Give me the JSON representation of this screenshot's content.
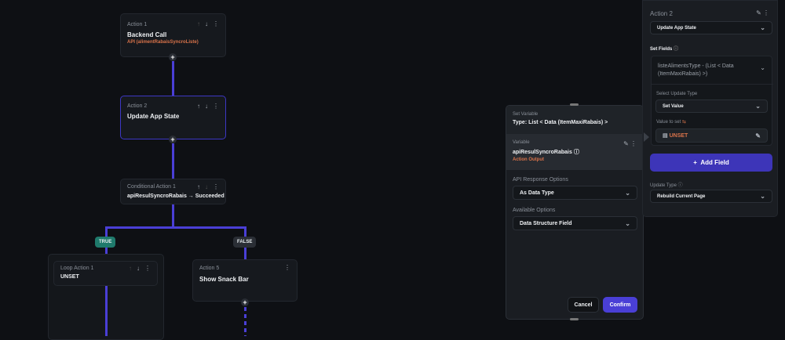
{
  "flow": {
    "action1": {
      "label": "Action 1",
      "title": "Backend Call",
      "subtitle": "API (alimentRabaisSyncroListe)"
    },
    "action2": {
      "label": "Action 2",
      "title": "Update App State"
    },
    "conditional": {
      "label": "Conditional Action 1",
      "title": "apiResulSyncroRabais → Succeeded"
    },
    "true_label": "TRUE",
    "false_label": "FALSE",
    "loop": {
      "label": "Loop Action 1",
      "title": "UNSET"
    },
    "action5": {
      "label": "Action 5",
      "title": "Show Snack Bar"
    },
    "plus": "+"
  },
  "set_variable": {
    "header_label": "Set Variable",
    "type": "Type: List < Data (ItemMaxiRabais) >",
    "variable_label": "Variable",
    "variable_name": "apiResulSyncroRabais",
    "variable_source": "Action Output",
    "api_label": "API Response Options",
    "api_value": "As Data Type",
    "avail_label": "Available Options",
    "avail_value": "Data Structure Field",
    "cancel": "Cancel",
    "confirm": "Confirm"
  },
  "props": {
    "action_label": "Action 2",
    "action_value": "Update App State",
    "set_fields": "Set Fields",
    "field_name": "listeAlimentsType - (List < Data (ItemMaxiRabais) >)",
    "update_type_label": "Select Update Type",
    "update_type_value": "Set Value",
    "value_label": "Value to set",
    "value": "UNSET",
    "add_field": "Add Field",
    "page_update_label": "Update Type",
    "page_update_value": "Rebuild Current Page"
  },
  "colors": {
    "accent": "#4a3fd6",
    "true": "#1f7a6c",
    "orange": "#d9734a"
  }
}
